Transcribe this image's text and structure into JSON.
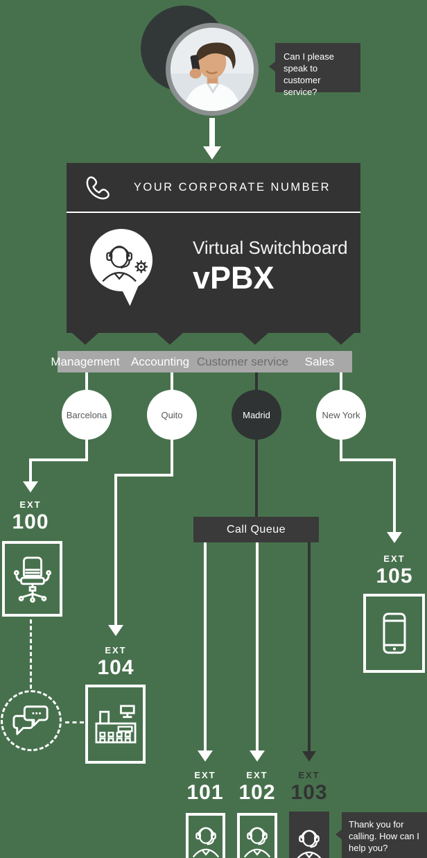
{
  "colors": {
    "background": "#47714d",
    "dark_box": "#333333",
    "speech_bubble": "#3a3a3a",
    "departments_bar": "#a8a8a8",
    "muted_department": "#6d6d6d",
    "line_white": "#ffffff"
  },
  "caller": {
    "speech": "Can I please speak to customer service?"
  },
  "switchboard": {
    "header_title": "YOUR CORPORATE NUMBER",
    "product_name": "Virtual Switchboard",
    "product_short": "vPBX"
  },
  "departments": [
    {
      "label": "Management",
      "muted": false
    },
    {
      "label": "Accounting",
      "muted": false
    },
    {
      "label": "Customer service",
      "muted": true
    },
    {
      "label": "Sales",
      "muted": false
    }
  ],
  "locations": [
    {
      "name": "Barcelona",
      "dark": false
    },
    {
      "name": "Quito",
      "dark": false
    },
    {
      "name": "Madrid",
      "dark": true
    },
    {
      "name": "New York",
      "dark": false
    }
  ],
  "call_queue": {
    "label": "Call Queue"
  },
  "extensions": [
    {
      "prefix": "EXT",
      "number": "100",
      "icon": "office-chair-icon",
      "dark": false
    },
    {
      "prefix": "EXT",
      "number": "104",
      "icon": "cash-register-icon",
      "dark": false
    },
    {
      "prefix": "EXT",
      "number": "105",
      "icon": "smartphone-icon",
      "dark": false
    },
    {
      "prefix": "EXT",
      "number": "101",
      "icon": "call-agent-icon",
      "dark": false
    },
    {
      "prefix": "EXT",
      "number": "102",
      "icon": "call-agent-icon",
      "dark": false
    },
    {
      "prefix": "EXT",
      "number": "103",
      "icon": "call-agent-icon",
      "dark": true
    }
  ],
  "agent": {
    "speech": "Thank you for calling. How can I help you?"
  }
}
